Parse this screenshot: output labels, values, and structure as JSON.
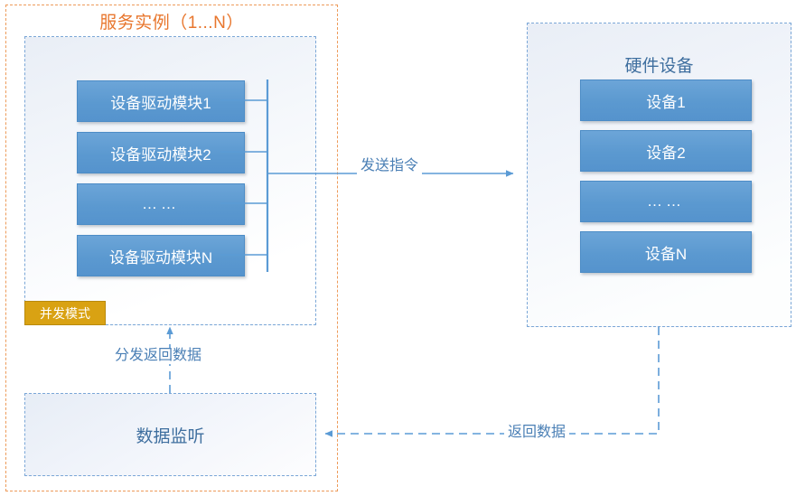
{
  "diagram": {
    "title": "服务实例（1...N）",
    "colors": {
      "frame_orange": "#ed9b5a",
      "title_orange": "#e8762d",
      "panel_blue": "#7ba7d7",
      "block_blue": "#5b99d0",
      "badge_gold": "#d9a213",
      "text_blue": "#3f6f9f",
      "wire_blue": "#5b9bd5"
    },
    "service_instance": {
      "title": "服务实例（1...N）",
      "driver_panel": {
        "modules": [
          {
            "label": "设备驱动模块1"
          },
          {
            "label": "设备驱动模块2"
          },
          {
            "label": "……"
          },
          {
            "label": "设备驱动模块N"
          }
        ]
      },
      "badge": {
        "label": "并发模式"
      },
      "listener": {
        "label": "数据监听"
      }
    },
    "hardware": {
      "title": "硬件设备",
      "devices": [
        {
          "label": "设备1"
        },
        {
          "label": "设备2"
        },
        {
          "label": "……"
        },
        {
          "label": "设备N"
        }
      ]
    },
    "edges": [
      {
        "id": "send",
        "label": "发送指令",
        "style": "solid-arrow",
        "from": "driver-bus",
        "to": "hardware-panel"
      },
      {
        "id": "dispatch",
        "label": "分发返回数据",
        "style": "dashed-arrow",
        "from": "data-listener",
        "to": "driver-panel"
      },
      {
        "id": "return",
        "label": "返回数据",
        "style": "dashed-arrow",
        "from": "hardware-panel",
        "to": "data-listener"
      }
    ]
  }
}
